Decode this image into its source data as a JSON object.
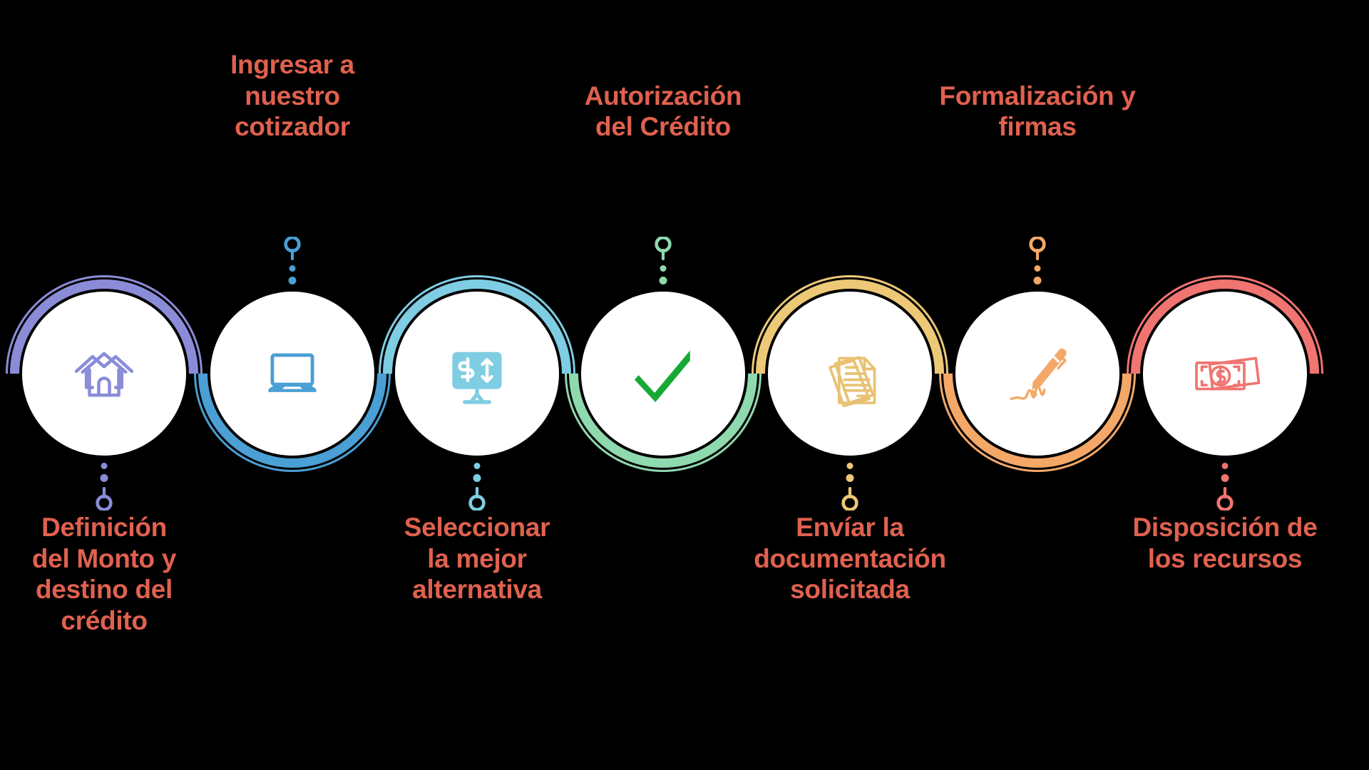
{
  "background_color": "#000000",
  "label_color": "#e0614f",
  "steps": [
    {
      "index": 1,
      "label": "Definición\ndel Monto y\ndestino del\ncrédito",
      "label_position": "below",
      "arc_position": "top",
      "color": "#8b8cd8",
      "icon": "houses-icon",
      "icon_color": "#8b8cd8"
    },
    {
      "index": 2,
      "label": "Ingresar a\nnuestro\ncotizador",
      "label_position": "above",
      "arc_position": "bottom",
      "color": "#4a9fd4",
      "icon": "laptop-icon",
      "icon_color": "#4a9fd4"
    },
    {
      "index": 3,
      "label": "Seleccionar\nla mejor\nalternativa",
      "label_position": "below",
      "arc_position": "top",
      "color": "#7ecde3",
      "icon": "monitor-exchange-icon",
      "icon_color": "#7ecde3"
    },
    {
      "index": 4,
      "label": "Autorización\ndel Crédito",
      "label_position": "above",
      "arc_position": "bottom",
      "color": "#8fd9ae",
      "icon": "checkmark-icon",
      "icon_color": "#16a933"
    },
    {
      "index": 5,
      "label": "Envíar la\ndocumentación\nsolicitada",
      "label_position": "below",
      "arc_position": "top",
      "color": "#edc876",
      "icon": "documents-stack-icon",
      "icon_color": "#e8c273"
    },
    {
      "index": 6,
      "label": "Formalización y\nfirmas",
      "label_position": "above",
      "arc_position": "bottom",
      "color": "#f4a868",
      "icon": "pen-signature-icon",
      "icon_color": "#f4a868"
    },
    {
      "index": 7,
      "label": "Disposición de\nlos recursos",
      "label_position": "below",
      "arc_position": "top",
      "color": "#f07470",
      "icon": "banknotes-icon",
      "icon_color": "#f07470"
    }
  ]
}
